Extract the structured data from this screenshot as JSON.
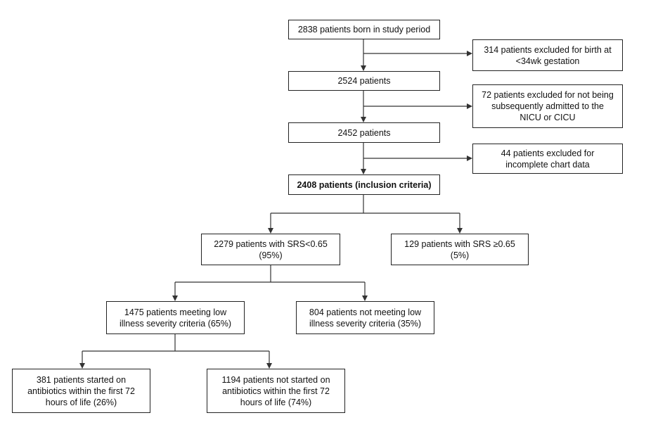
{
  "boxes": {
    "born": [
      "2838 patients born in study period"
    ],
    "excl_gestation": [
      "314 patients excluded for birth at",
      "<34wk gestation"
    ],
    "after1": [
      "2524 patients"
    ],
    "excl_nicu": [
      "72 patients excluded for not being",
      "subsequently admitted to the",
      "NICU or CICU"
    ],
    "after2": [
      "2452 patients"
    ],
    "excl_chart": [
      "44 patients excluded for",
      "incomplete chart data"
    ],
    "included": [
      "2408 patients (inclusion criteria)"
    ],
    "srs_low": [
      "2279 patients with SRS<0.65",
      "(95%)"
    ],
    "srs_high": [
      "129 patients with SRS ≥0.65",
      "(5%)"
    ],
    "low_severity": [
      "1475 patients meeting low",
      "illness severity criteria (65%)"
    ],
    "not_low_severity": [
      "804 patients not meeting low",
      "illness severity criteria (35%)"
    ],
    "abx_started": [
      "381 patients started on",
      "antibiotics within the first 72",
      "hours of life (26%)"
    ],
    "abx_not_started": [
      "1194 patients not started on",
      "antibiotics within the first 72",
      "hours of life (74%)"
    ]
  },
  "colors": {
    "border": "#222222",
    "line": "#333333",
    "text": "#111111"
  }
}
